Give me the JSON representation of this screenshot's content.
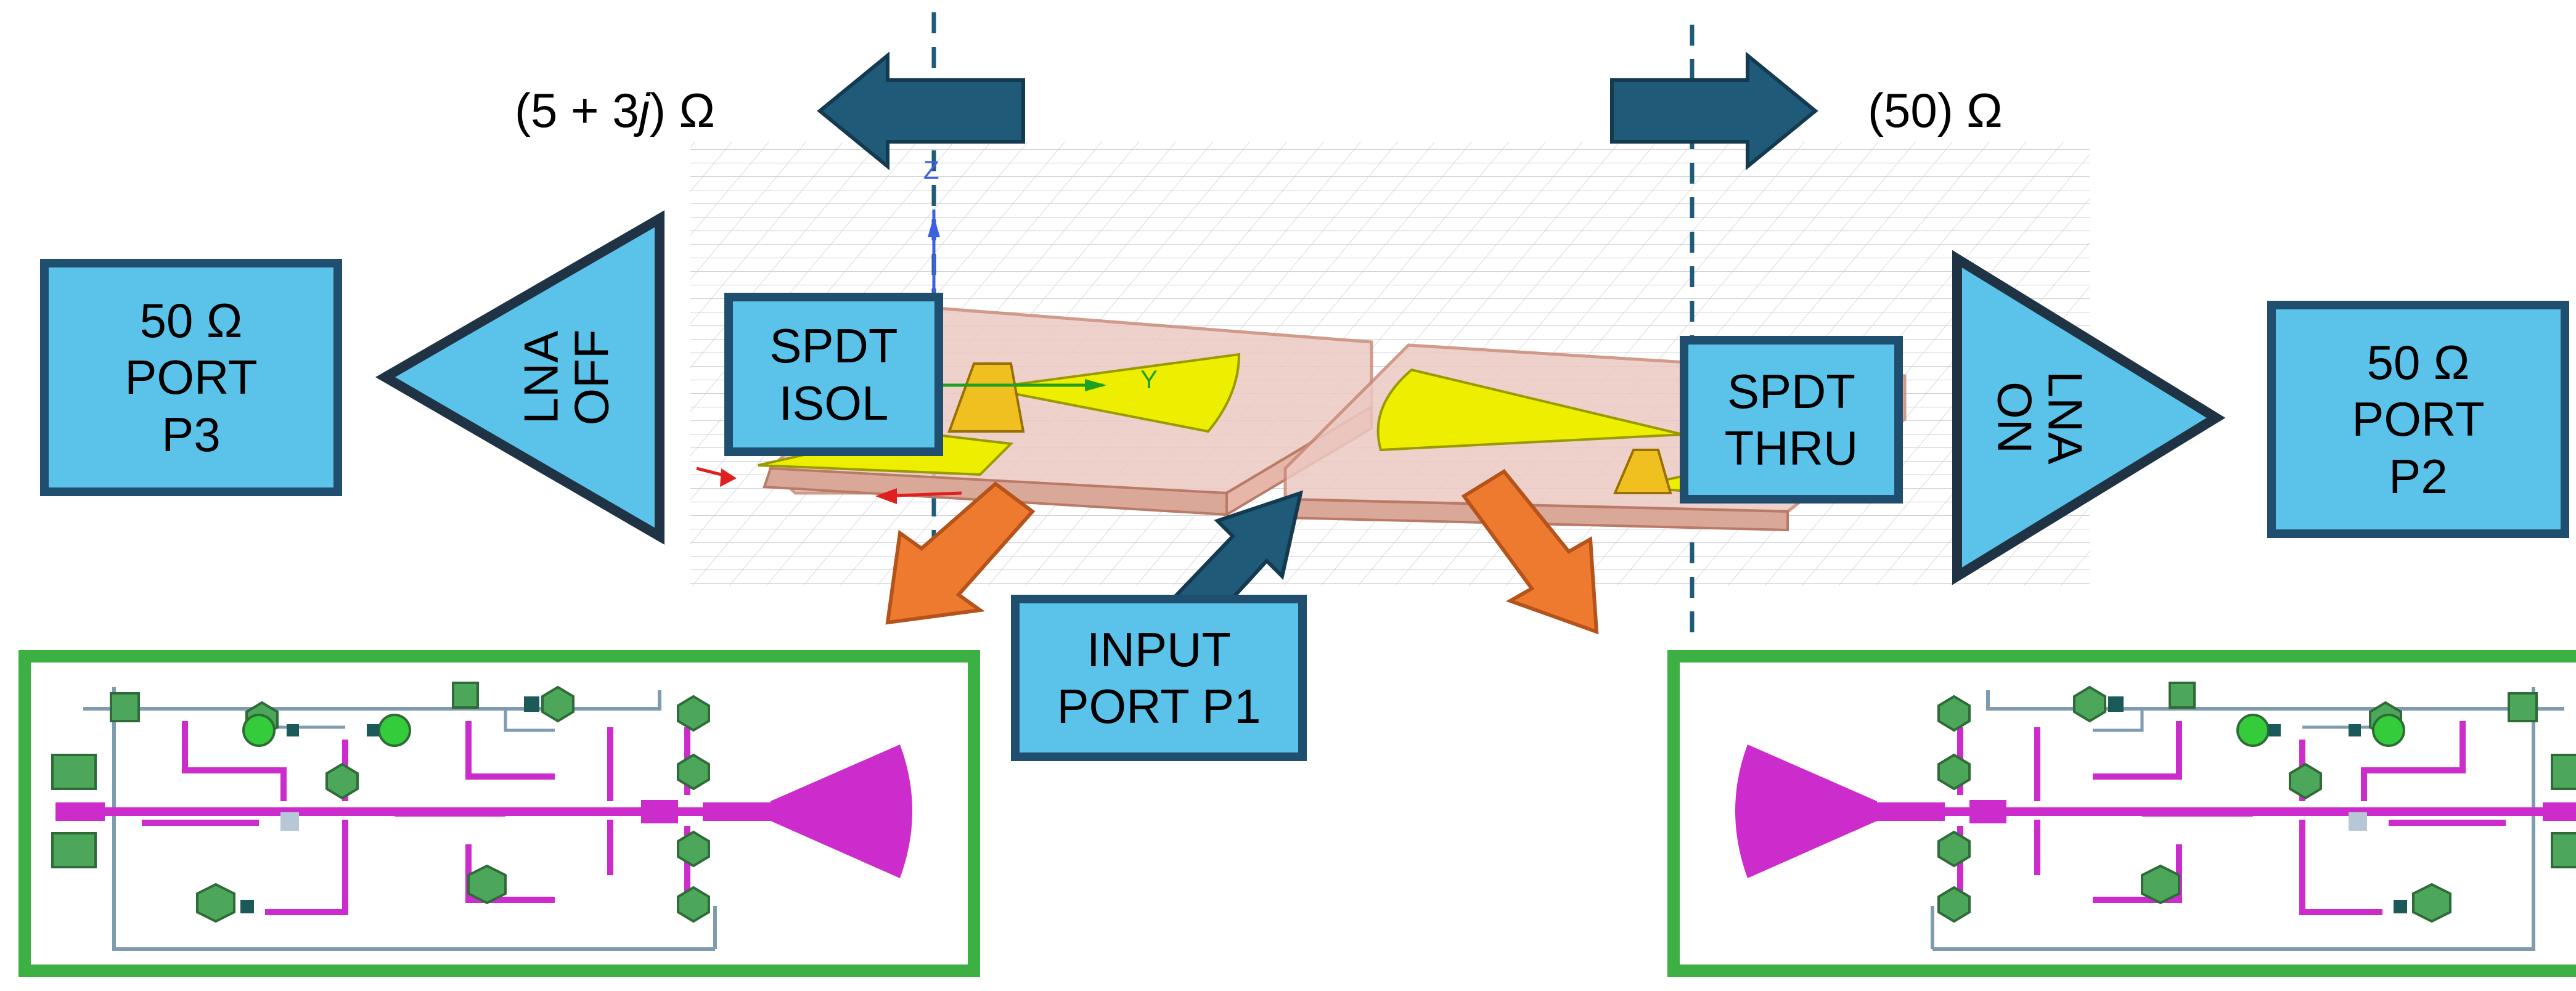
{
  "impedance_left": "(5 + 3j) Ω",
  "impedance_right": "(50) Ω",
  "port_p3": [
    "50 Ω",
    "PORT",
    "P3"
  ],
  "port_p2": [
    "50 Ω",
    "PORT",
    "P2"
  ],
  "lna_off": [
    "LNA",
    "OFF"
  ],
  "lna_on": [
    "LNA",
    "ON"
  ],
  "spdt_isol": [
    "SPDT",
    "ISOL"
  ],
  "spdt_thru": [
    "SPDT",
    "THRU"
  ],
  "input_port": [
    "INPUT",
    "PORT P1"
  ],
  "axis": {
    "z": "Z",
    "y": "Y"
  },
  "colors": {
    "box_fill": "#5bc2ea",
    "box_border": "#1f4e6e",
    "arrow_dark": "#1f5a78",
    "arrow_orange": "#ee7a2f",
    "layout_border": "#3cb043",
    "trace_magenta": "#cc2ccc",
    "pad_green": "#4ca75a",
    "metal_yellow": "#eeee00"
  }
}
